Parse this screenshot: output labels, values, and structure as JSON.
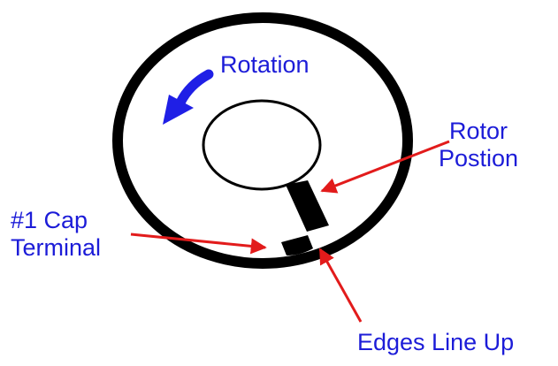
{
  "labels": {
    "rotation": "Rotation",
    "rotor_position": [
      "Rotor",
      "Postion"
    ],
    "cap_terminal": [
      "#1 Cap",
      "Terminal"
    ],
    "edges_line_up": "Edges Line Up"
  },
  "colors": {
    "outline": "#000000",
    "label_text": "#1c1cd8",
    "rotation_arrow": "#1f1fe6",
    "pointer_arrows": "#e21b1b",
    "background": "#ffffff"
  }
}
